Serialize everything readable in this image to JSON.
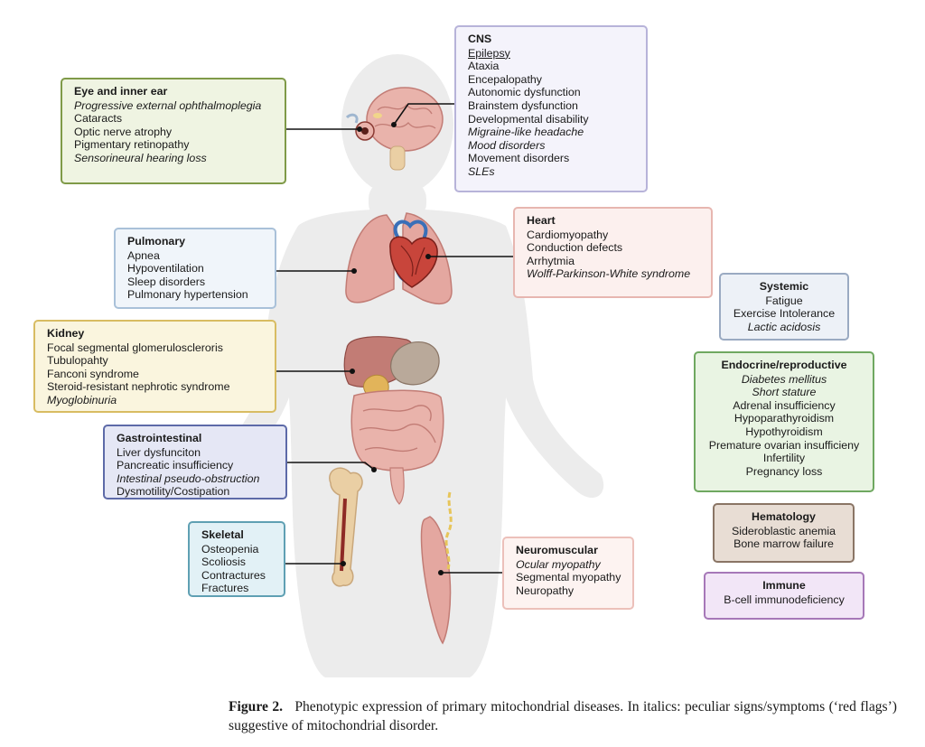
{
  "figure": {
    "label": "Figure 2.",
    "caption": "Phenotypic expression of primary mitochondrial diseases.  In italics: peculiar signs/symptoms (‘red flags’) suggestive of mitochondrial disorder."
  },
  "colors": {
    "body_silhouette": "#ececec",
    "organ_fill": "#e9b3ab",
    "organ_dark": "#c27c75",
    "bone_fill": "#eacfa4",
    "marrow": "#8e2a25",
    "connector": "#111111"
  },
  "boxes": {
    "eye": {
      "title": "Eye and inner ear",
      "border": "#7f9a48",
      "bg": "#eff4e2",
      "items": [
        {
          "text": "Progressive external ophthalmoplegia",
          "style": "italic"
        },
        {
          "text": "Cataracts",
          "style": "normal"
        },
        {
          "text": "Optic nerve atrophy",
          "style": "normal"
        },
        {
          "text": "Pigmentary retinopathy",
          "style": "normal"
        },
        {
          "text": "Sensorineural hearing loss",
          "style": "italic"
        }
      ]
    },
    "cns": {
      "title": "CNS",
      "border": "#b7b3d9",
      "bg": "#f4f3fb",
      "items": [
        {
          "text": "Epilepsy",
          "style": "underline"
        },
        {
          "text": "Ataxia",
          "style": "normal"
        },
        {
          "text": "Encepalopathy",
          "style": "normal"
        },
        {
          "text": "Autonomic dysfunction",
          "style": "normal"
        },
        {
          "text": "Brainstem dysfunction",
          "style": "normal"
        },
        {
          "text": "Developmental disability",
          "style": "normal"
        },
        {
          "text": "Migraine-like headache",
          "style": "italic"
        },
        {
          "text": "Mood disorders",
          "style": "italic"
        },
        {
          "text": "Movement disorders",
          "style": "normal"
        },
        {
          "text": "SLEs",
          "style": "italic"
        }
      ]
    },
    "pulmonary": {
      "title": "Pulmonary",
      "border": "#a9c1d9",
      "bg": "#f0f5fa",
      "items": [
        {
          "text": "Apnea",
          "style": "normal"
        },
        {
          "text": "Hypoventilation",
          "style": "normal"
        },
        {
          "text": "Sleep disorders",
          "style": "normal"
        },
        {
          "text": "Pulmonary hypertension",
          "style": "normal"
        }
      ]
    },
    "heart": {
      "title": "Heart",
      "border": "#e7b6b0",
      "bg": "#fcf0ee",
      "items": [
        {
          "text": "Cardiomyopathy",
          "style": "normal"
        },
        {
          "text": "Conduction defects",
          "style": "normal"
        },
        {
          "text": "Arrhytmia",
          "style": "normal"
        },
        {
          "text": "Wolff-Parkinson-White syndrome",
          "style": "italic"
        }
      ]
    },
    "systemic": {
      "title": "Systemic",
      "border": "#9aaac2",
      "bg": "#edf1f7",
      "items": [
        {
          "text": "Fatigue",
          "style": "normal"
        },
        {
          "text": "Exercise Intolerance",
          "style": "normal"
        },
        {
          "text": "Lactic acidosis",
          "style": "italic"
        }
      ]
    },
    "kidney": {
      "title": "Kidney",
      "border": "#d8bc62",
      "bg": "#faf5de",
      "items": [
        {
          "text": "Focal segmental glomeruloscleroris",
          "style": "normal"
        },
        {
          "text": "Tubulopahty",
          "style": "normal"
        },
        {
          "text": "Fanconi syndrome",
          "style": "normal"
        },
        {
          "text": "Steroid-resistant nephrotic syndrome",
          "style": "normal"
        },
        {
          "text": "Myoglobinuria",
          "style": "italic"
        }
      ]
    },
    "endocrine": {
      "title": "Endocrine/reproductive",
      "border": "#6fa860",
      "bg": "#e9f4e3",
      "items": [
        {
          "text": "Diabetes mellitus",
          "style": "italic"
        },
        {
          "text": "Short stature",
          "style": "italic"
        },
        {
          "text": "Adrenal insufficiency",
          "style": "normal"
        },
        {
          "text": "Hypoparathyroidism",
          "style": "normal"
        },
        {
          "text": "Hypothyroidism",
          "style": "normal"
        },
        {
          "text": "Premature ovarian insufficieny",
          "style": "normal"
        },
        {
          "text": "Infertility",
          "style": "normal"
        },
        {
          "text": "Pregnancy loss",
          "style": "normal"
        }
      ]
    },
    "gastro": {
      "title": "Gastrointestinal",
      "border": "#5d6aa8",
      "bg": "#e5e7f5",
      "items": [
        {
          "text": "Liver dysfunciton",
          "style": "normal"
        },
        {
          "text": "Pancreatic insufficiency",
          "style": "normal"
        },
        {
          "text": "Intestinal pseudo-obstruction",
          "style": "italic"
        },
        {
          "text": "Dysmotility/Costipation",
          "style": "normal"
        }
      ]
    },
    "hematology": {
      "title": "Hematology",
      "border": "#8a7565",
      "bg": "#e8ddd4",
      "items": [
        {
          "text": "Sideroblastic anemia",
          "style": "normal"
        },
        {
          "text": "Bone marrow failure",
          "style": "normal"
        }
      ]
    },
    "skeletal": {
      "title": "Skeletal",
      "border": "#5fa0b3",
      "bg": "#e2f1f6",
      "items": [
        {
          "text": "Osteopenia",
          "style": "normal"
        },
        {
          "text": "Scoliosis",
          "style": "normal"
        },
        {
          "text": "Contractures",
          "style": "normal"
        },
        {
          "text": "Fractures",
          "style": "normal"
        }
      ]
    },
    "neuromuscular": {
      "title": "Neuromuscular",
      "border": "#ecc0ba",
      "bg": "#fdf3f1",
      "items": [
        {
          "text": "Ocular myopathy",
          "style": "italic"
        },
        {
          "text": "Segmental myopathy",
          "style": "normal"
        },
        {
          "text": "Neuropathy",
          "style": "normal"
        }
      ]
    },
    "immune": {
      "title": "Immune",
      "border": "#a678b8",
      "bg": "#f2e6f7",
      "items": [
        {
          "text": "B-cell immunodeficiency",
          "style": "normal"
        }
      ]
    }
  }
}
